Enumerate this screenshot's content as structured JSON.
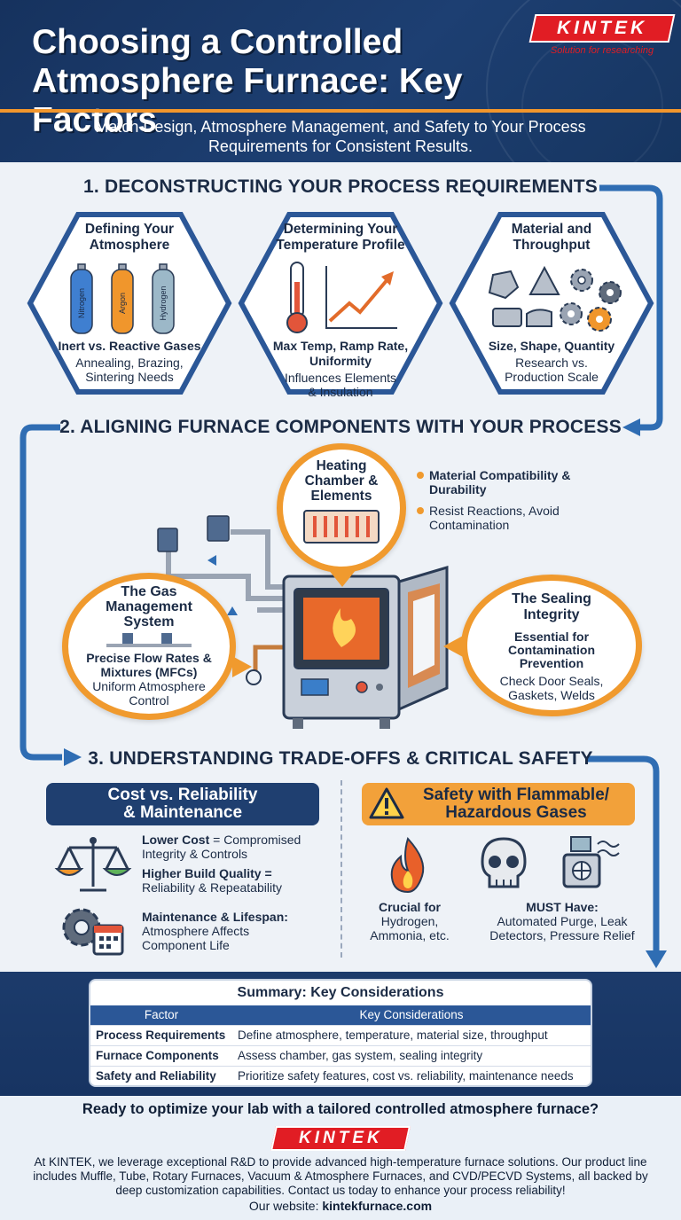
{
  "header": {
    "title_line1": "Choosing a Controlled",
    "title_line2": "Atmosphere Furnace: Key Factors",
    "subtitle_line1": "Match Design, Atmosphere Management, and Safety to Your Process",
    "subtitle_line2": "Requirements for Consistent Results.",
    "brand": "KINTEK",
    "brand_tagline": "Solution for researching"
  },
  "section1": {
    "title": "1. DECONSTRUCTING YOUR PROCESS REQUIREMENTS",
    "cards": [
      {
        "title_lines": [
          "Defining Your",
          "Atmosphere"
        ],
        "cylinders": [
          "Nitrogen",
          "Argon",
          "Hydrogen"
        ],
        "bold": "Inert vs. Reactive Gases",
        "text_lines": [
          "Annealing, Brazing,",
          "Sintering Needs"
        ]
      },
      {
        "title_lines": [
          "Determining Your",
          "Temperature Profile"
        ],
        "bold_lines": [
          "Max Temp, Ramp Rate,",
          "Uniformity"
        ],
        "text_lines": [
          "Influences Elements",
          "& Insulation"
        ]
      },
      {
        "title_lines": [
          "Material and",
          "Throughput"
        ],
        "bold": "Size, Shape, Quantity",
        "text_lines": [
          "Research vs.",
          "Production Scale"
        ]
      }
    ]
  },
  "section2": {
    "title": "2. ALIGNING FURNACE COMPONENTS WITH YOUR PROCESS",
    "heating": {
      "title_lines": [
        "Heating",
        "Chamber &",
        "Elements"
      ],
      "notes": [
        {
          "lines": [
            "Material Compatibility &",
            "Durability"
          ],
          "bold": true
        },
        {
          "lines": [
            "Resist Reactions, Avoid",
            "Contamination"
          ],
          "bold": false
        }
      ]
    },
    "gas": {
      "title_lines": [
        "The Gas",
        "Management",
        "System"
      ],
      "bold_lines": [
        "Precise Flow Rates &",
        "Mixtures (MFCs)"
      ],
      "text_lines": [
        "Uniform Atmosphere",
        "Control"
      ]
    },
    "sealing": {
      "title_lines": [
        "The Sealing",
        "Integrity"
      ],
      "bold_lines": [
        "Essential for",
        "Contamination",
        "Prevention"
      ],
      "text_lines": [
        "Check Door Seals,",
        "Gaskets, Welds"
      ]
    }
  },
  "section3": {
    "title": "3. UNDERSTANDING TRADE-OFFS & CRITICAL SAFETY",
    "cost": {
      "title_lines": [
        "Cost vs. Reliability",
        "& Maintenance"
      ],
      "item1_bold": "Lower Cost",
      "item1_rest": " = Compromised",
      "item1_line2": "Integrity & Controls",
      "item2_bold_line1": "Higher Build Quality =",
      "item2_line2": "Reliability & Repeatability",
      "item3_bold": "Maintenance & Lifespan:",
      "item3_lines": [
        "Atmosphere Affects",
        "Component Life"
      ]
    },
    "safety": {
      "title_lines": [
        "Safety with Flammable/",
        "Hazardous Gases"
      ],
      "left_bold": "Crucial for",
      "left_lines": [
        "Hydrogen,",
        "Ammonia, etc."
      ],
      "right_bold": "MUST Have:",
      "right_lines": [
        "Automated Purge, Leak",
        "Detectors, Pressure Relief"
      ]
    }
  },
  "summary": {
    "title": "Summary: Key Considerations",
    "headers": [
      "Factor",
      "Key Considerations"
    ],
    "rows": [
      [
        "Process Requirements",
        "Define atmosphere, temperature, material size, throughput"
      ],
      [
        "Furnace Components",
        "Assess chamber, gas system, sealing integrity"
      ],
      [
        "Safety and Reliability",
        "Prioritize safety features, cost vs. reliability, maintenance needs"
      ]
    ]
  },
  "footer": {
    "cta": "Ready to optimize your lab with a tailored controlled atmosphere furnace?",
    "brand": "KINTEK",
    "text_lines": [
      "At KINTEK, we leverage exceptional R&D to provide advanced high-temperature furnace solutions. Our product line",
      "includes Muffle, Tube, Rotary Furnaces, Vacuum & Atmosphere Furnaces, and CVD/PECVD Systems, all backed by",
      "deep customization capabilities. Contact us today to enhance your process reliability!"
    ],
    "website_label": "Our website: ",
    "website": "kintekfurnace.com"
  },
  "colors": {
    "navy": "#1d3f72",
    "orange": "#f09a2e",
    "flow_blue": "#2f6db3",
    "brand_red": "#e11d24"
  }
}
